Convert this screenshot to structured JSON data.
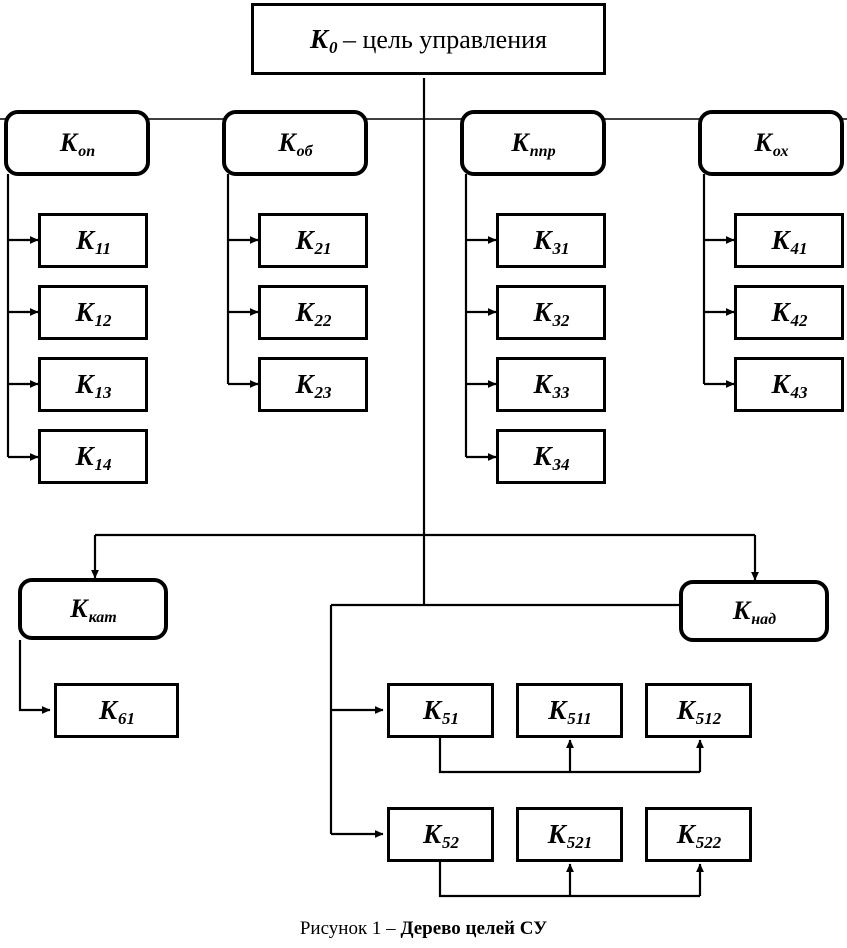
{
  "figure": {
    "caption_prefix": "Рисунок 1 – ",
    "caption_bold": "Дерево  целей СУ"
  },
  "root": {
    "symbol": "K",
    "sub": "0",
    "text": " – цель управления"
  },
  "level1": [
    {
      "symbol": "K",
      "sub": "оп"
    },
    {
      "symbol": "K",
      "sub": "об"
    },
    {
      "symbol": "K",
      "sub": "ппр"
    },
    {
      "symbol": "K",
      "sub": "ох"
    }
  ],
  "level1_lower": [
    {
      "symbol": "K",
      "sub": "кат"
    },
    {
      "symbol": "K",
      "sub": "над"
    }
  ],
  "column1": [
    {
      "symbol": "K",
      "sub": "11"
    },
    {
      "symbol": "K",
      "sub": "12"
    },
    {
      "symbol": "K",
      "sub": "13"
    },
    {
      "symbol": "K",
      "sub": "14"
    }
  ],
  "column2": [
    {
      "symbol": "K",
      "sub": "21"
    },
    {
      "symbol": "K",
      "sub": "22"
    },
    {
      "symbol": "K",
      "sub": "23"
    }
  ],
  "column3": [
    {
      "symbol": "K",
      "sub": "31"
    },
    {
      "symbol": "K",
      "sub": "32"
    },
    {
      "symbol": "K",
      "sub": "33"
    },
    {
      "symbol": "K",
      "sub": "34"
    }
  ],
  "column4": [
    {
      "symbol": "K",
      "sub": "41"
    },
    {
      "symbol": "K",
      "sub": "42"
    },
    {
      "symbol": "K",
      "sub": "43"
    }
  ],
  "kat_children": [
    {
      "symbol": "K",
      "sub": "61"
    }
  ],
  "nad_group": {
    "row1": [
      {
        "symbol": "K",
        "sub": "51"
      },
      {
        "symbol": "K",
        "sub": "511"
      },
      {
        "symbol": "K",
        "sub": "512"
      }
    ],
    "row2": [
      {
        "symbol": "K",
        "sub": "52"
      },
      {
        "symbol": "K",
        "sub": "521"
      },
      {
        "symbol": "K",
        "sub": "522"
      }
    ]
  },
  "colors": {
    "line": "#000000",
    "background": "#ffffff",
    "text": "#000000"
  }
}
